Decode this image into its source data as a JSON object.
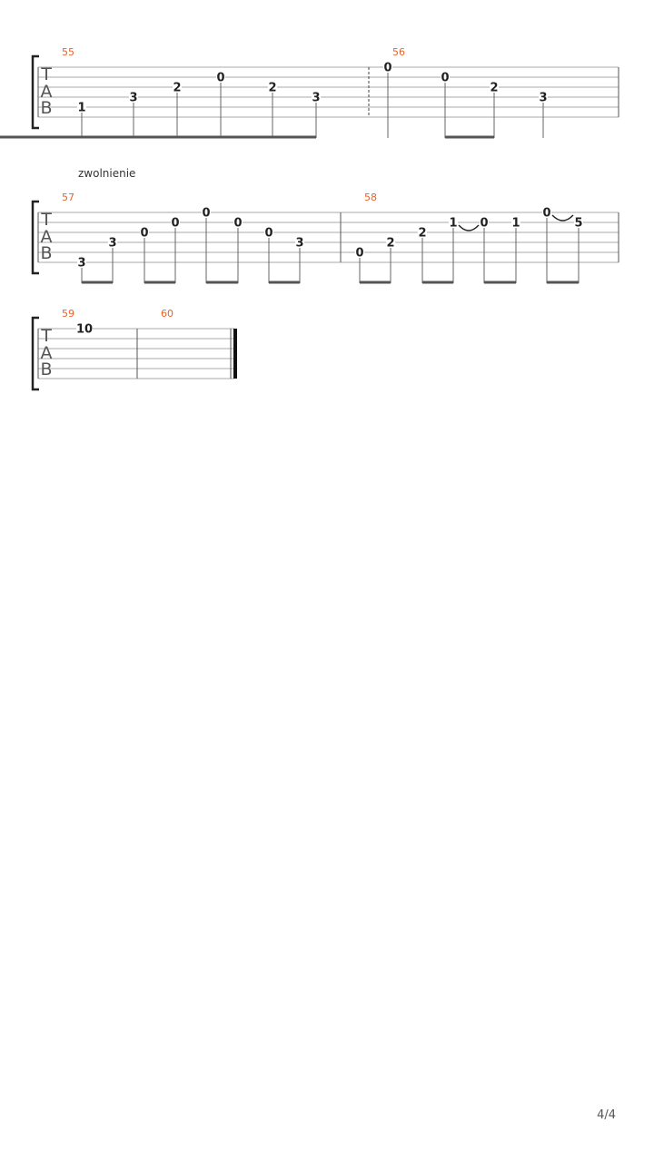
{
  "page": {
    "number": "4/4"
  },
  "tab_label": [
    "T",
    "A",
    "B"
  ],
  "systems": [
    {
      "measures": [
        {
          "number": "55",
          "beams": [
            [
              2,
              3
            ],
            [
              5,
              6
            ]
          ],
          "notes": [
            {
              "fret": "1",
              "string": 5
            },
            {
              "fret": "3",
              "string": 4
            },
            {
              "fret": "2",
              "string": 3
            },
            {
              "fret": "0",
              "string": 2
            },
            {
              "fret": "2",
              "string": 3
            },
            {
              "fret": "3",
              "string": 4
            }
          ]
        },
        {
          "number": "56",
          "beams": [
            [
              1,
              2
            ]
          ],
          "notes": [
            {
              "fret": "0",
              "string": 1
            },
            {
              "fret": "0",
              "string": 2
            },
            {
              "fret": "2",
              "string": 3
            },
            {
              "fret": "3",
              "string": 4
            }
          ]
        }
      ]
    },
    {
      "annotation": "zwolnienie",
      "measures": [
        {
          "number": "57",
          "beams": [
            [
              0,
              1
            ],
            [
              2,
              3
            ],
            [
              4,
              5
            ],
            [
              6,
              7
            ]
          ],
          "notes": [
            {
              "fret": "3",
              "string": 6
            },
            {
              "fret": "3",
              "string": 4
            },
            {
              "fret": "0",
              "string": 3
            },
            {
              "fret": "0",
              "string": 2
            },
            {
              "fret": "0",
              "string": 1
            },
            {
              "fret": "0",
              "string": 2
            },
            {
              "fret": "0",
              "string": 3
            },
            {
              "fret": "3",
              "string": 4
            }
          ]
        },
        {
          "number": "58",
          "beams": [
            [
              0,
              1
            ],
            [
              2,
              3
            ],
            [
              4,
              5
            ],
            [
              6,
              7
            ]
          ],
          "slurs": [
            [
              3,
              4
            ],
            [
              6,
              7
            ]
          ],
          "notes": [
            {
              "fret": "0",
              "string": 5
            },
            {
              "fret": "2",
              "string": 4
            },
            {
              "fret": "2",
              "string": 3
            },
            {
              "fret": "1",
              "string": 2
            },
            {
              "fret": "0",
              "string": 2
            },
            {
              "fret": "1",
              "string": 2
            },
            {
              "fret": "0",
              "string": 1
            },
            {
              "fret": "5",
              "string": 2
            }
          ]
        }
      ]
    },
    {
      "measures": [
        {
          "number": "59",
          "notes": [
            {
              "fret": "10",
              "string": 1
            }
          ]
        },
        {
          "number": "60",
          "notes": []
        }
      ]
    }
  ]
}
